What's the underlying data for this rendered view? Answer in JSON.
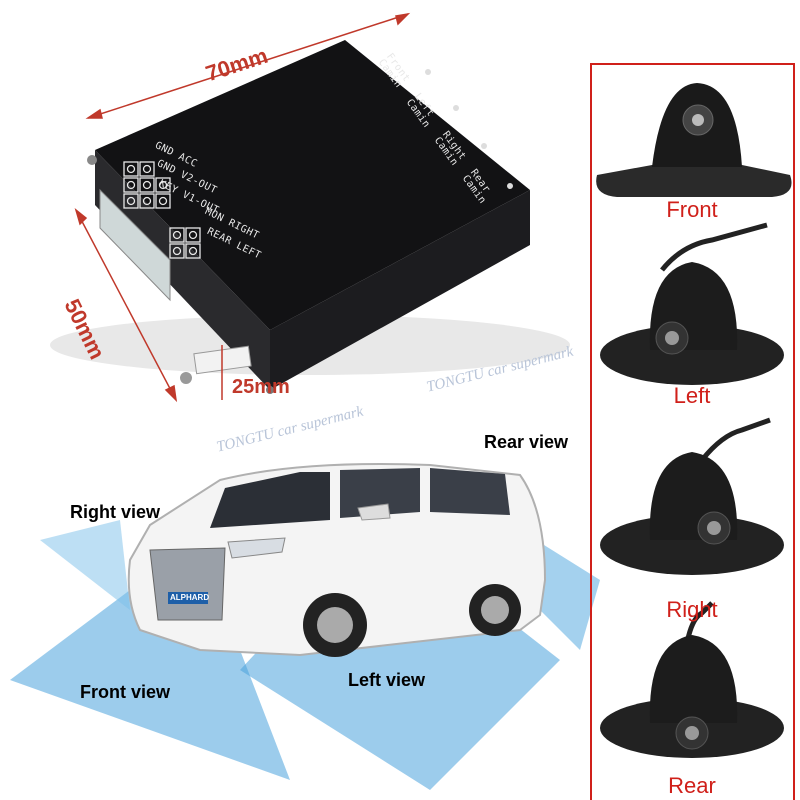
{
  "dimensions": {
    "width": "70mm",
    "depth": "50mm",
    "height": "25mm"
  },
  "box_labels": {
    "gnd_acc": "GND  ACC",
    "gnd_v2": "GND  V2-OUT",
    "key_v1": "KEY  V1-OUT",
    "mon_right": "MON  RIGHT",
    "rear_left": "REAR LEFT",
    "front_camin": "Front Camin",
    "left_camin": "Left Camin",
    "right_camin": "Right Camin",
    "rear_camin": "Rear Camin"
  },
  "view_labels": {
    "rear": "Rear view",
    "right": "Right view",
    "front": "Front view",
    "left": "Left view"
  },
  "car_badge": "ALPHARD",
  "watermark": {
    "line1": "TONGTU car supermark",
    "line2": "TONGTU car supermark"
  },
  "cameras": [
    {
      "label": "Front"
    },
    {
      "label": "Left"
    },
    {
      "label": "Right"
    },
    {
      "label": "Rear"
    }
  ],
  "colors": {
    "accent": "#d0201a",
    "coverage": "#4aa3dd",
    "panel_border": "#d0201a"
  }
}
